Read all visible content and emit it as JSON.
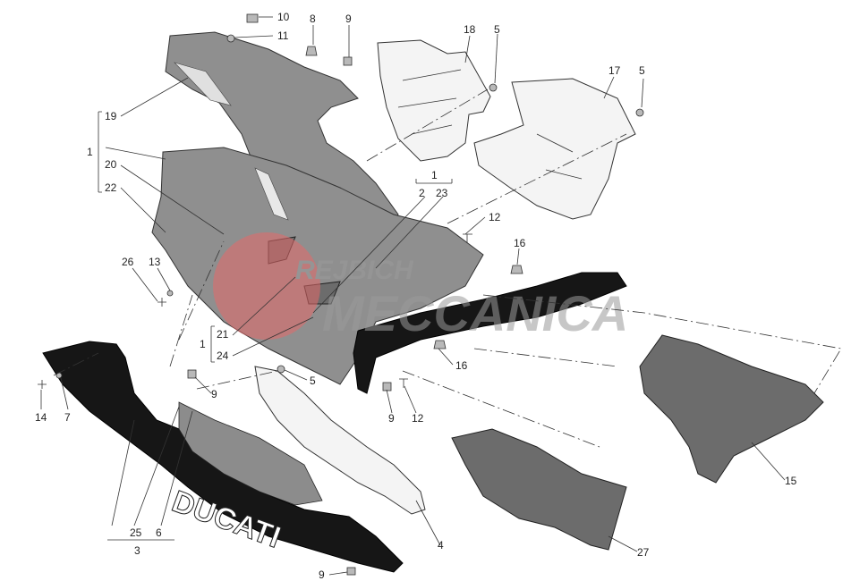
{
  "diagram": {
    "labels": [
      {
        "id": "l10",
        "text": "10"
      },
      {
        "id": "l11",
        "text": "11"
      },
      {
        "id": "l8",
        "text": "8"
      },
      {
        "id": "l9a",
        "text": "9"
      },
      {
        "id": "l18",
        "text": "18"
      },
      {
        "id": "l5a",
        "text": "5"
      },
      {
        "id": "l17",
        "text": "17"
      },
      {
        "id": "l5b",
        "text": "5"
      },
      {
        "id": "l19",
        "text": "19"
      },
      {
        "id": "l1a",
        "text": "1"
      },
      {
        "id": "l20",
        "text": "20"
      },
      {
        "id": "l22",
        "text": "22"
      },
      {
        "id": "l1b",
        "text": "1"
      },
      {
        "id": "l2",
        "text": "2"
      },
      {
        "id": "l23",
        "text": "23"
      },
      {
        "id": "l12a",
        "text": "12"
      },
      {
        "id": "l16a",
        "text": "16"
      },
      {
        "id": "l26",
        "text": "26"
      },
      {
        "id": "l13",
        "text": "13"
      },
      {
        "id": "l1c",
        "text": "1"
      },
      {
        "id": "l21",
        "text": "21"
      },
      {
        "id": "l24",
        "text": "24"
      },
      {
        "id": "l16b",
        "text": "16"
      },
      {
        "id": "l5c",
        "text": "5"
      },
      {
        "id": "l9b",
        "text": "9"
      },
      {
        "id": "l9c",
        "text": "9"
      },
      {
        "id": "l12b",
        "text": "12"
      },
      {
        "id": "l14",
        "text": "14"
      },
      {
        "id": "l7",
        "text": "7"
      },
      {
        "id": "l15",
        "text": "15"
      },
      {
        "id": "l25",
        "text": "25"
      },
      {
        "id": "l6",
        "text": "6"
      },
      {
        "id": "l3",
        "text": "3"
      },
      {
        "id": "l4",
        "text": "4"
      },
      {
        "id": "l27",
        "text": "27"
      },
      {
        "id": "l9d",
        "text": "9"
      }
    ],
    "brand_text": "DUCATI",
    "watermark": {
      "line1": "REJBICH",
      "line2": "MECCANICA"
    }
  }
}
